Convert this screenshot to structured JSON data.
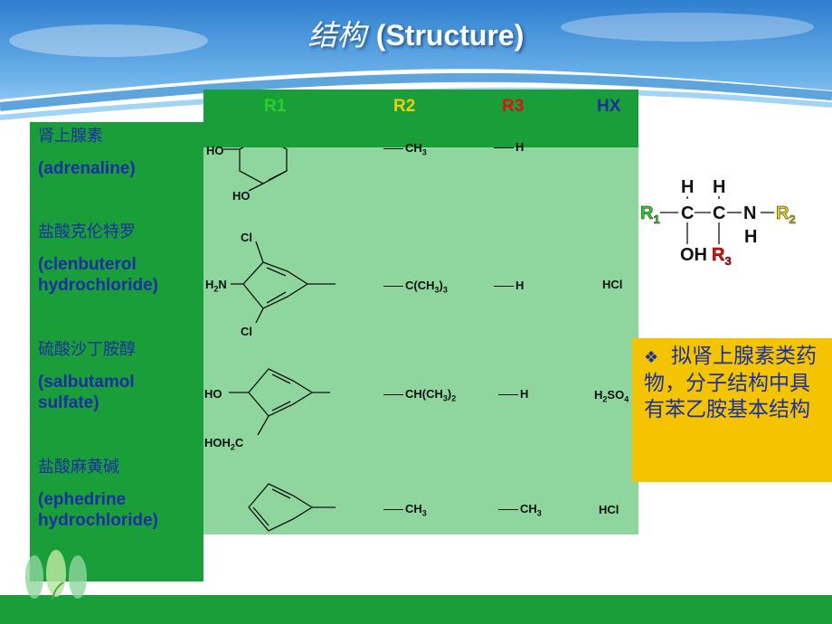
{
  "title": {
    "cn": "结构",
    "en": "(Structure)"
  },
  "columns": [
    "R1",
    "R2",
    "R3",
    "HX"
  ],
  "column_colors": [
    "#2ad12a",
    "#e8d010",
    "#e01010",
    "#1a2fa0"
  ],
  "drugs": [
    {
      "cn": "肾上腺素",
      "en": "(adrenaline)",
      "r2": "CH3",
      "r3": "H",
      "hx": ""
    },
    {
      "cn": "盐酸克伦特罗",
      "en": "(clenbuterol hydrochloride)",
      "r2": "C(CH3)3",
      "r3": "H",
      "hx": "HCl"
    },
    {
      "cn": "硫酸沙丁胺醇",
      "en": "(salbutamol sulfate)",
      "r2": "CH(CH3)2",
      "r3": "H",
      "hx": "H2SO4"
    },
    {
      "cn": "盐酸麻黄碱",
      "en": "(ephedrine hydrochloride)",
      "r2": "CH3",
      "r3": "CH3",
      "hx": "HCl"
    }
  ],
  "substituent_labels": {
    "adrenaline": [
      "HO",
      "HO"
    ],
    "clenbuterol": [
      "Cl",
      "H2N",
      "Cl"
    ],
    "salbutamol": [
      "HO",
      "HOH2C"
    ]
  },
  "general_formula": {
    "atoms": [
      "H",
      "H",
      "R1",
      "C",
      "C",
      "N",
      "R2",
      "H",
      "OH",
      "R3"
    ]
  },
  "callout": {
    "bullet": "❖",
    "text": "拟肾上腺素类药物，分子结构中具有苯乙胺基本结构"
  }
}
